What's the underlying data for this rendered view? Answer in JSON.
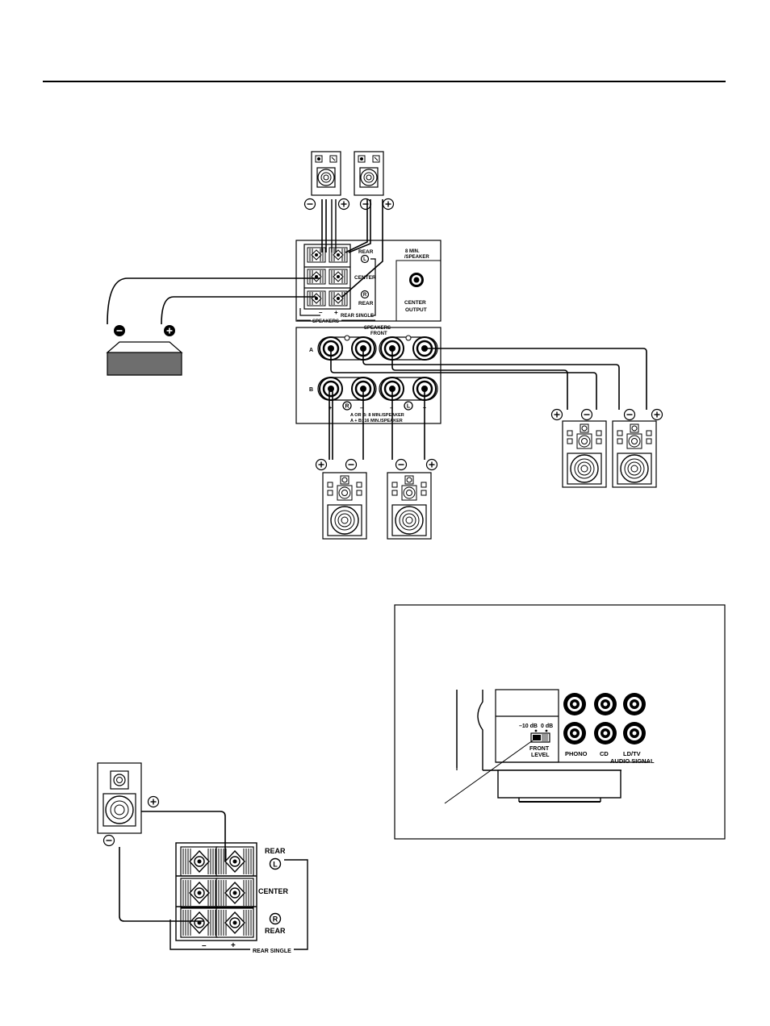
{
  "colors": {
    "ink": "#000000",
    "paper": "#ffffff",
    "subwoofer_face": "#6e6e6e",
    "knob_fill": "#222222"
  },
  "icons": [
    "minus-icon",
    "plus-icon",
    "l-channel-icon",
    "r-channel-icon",
    "speaker-cabinet-icon",
    "subwoofer-icon",
    "rca-jack-icon",
    "binding-post-icon",
    "terminal-block-icon",
    "selector-switch-icon"
  ],
  "main_diagram": {
    "rear_terminals": {
      "rear_l_label": "REAR",
      "center_label": "CENTER",
      "rear_r_label": "REAR",
      "l_glyph": "L",
      "r_glyph": "R",
      "minus_label": "–",
      "plus_label": "+",
      "rear_single_label": "REAR SINGLE",
      "speakers_label": "SPEAKERS",
      "impedance_line1": "8   MIN.",
      "impedance_line2": "/SPEAKER",
      "center_output_line1": "CENTER",
      "center_output_line2": "OUTPUT"
    },
    "front_terminals": {
      "header_line1": "SPEAKERS",
      "header_line2": "FRONT",
      "row_a": "A",
      "row_b": "B",
      "r_glyph": "R",
      "l_glyph": "L",
      "plus_label": "+",
      "minus_label": "–",
      "spec_line1": "A  OR  B: 8     MIN./SPEAKER",
      "spec_line2": "A  +  B: 16    MIN./SPEAKER"
    },
    "polarity": {
      "plus": "+",
      "minus": "–"
    }
  },
  "inset_box": {
    "switch_10db": "–10 dB",
    "switch_0db": "0 dB",
    "front_level_line1": "FRONT",
    "front_level_line2": "LEVEL",
    "phono": "PHONO",
    "cd": "CD",
    "ldtv": "LD/TV",
    "audio_signal": "AUDIO SIGNAL"
  },
  "single_rear": {
    "rear_l_label": "REAR",
    "center_label": "CENTER",
    "rear_r_label": "REAR",
    "l_glyph": "L",
    "r_glyph": "R",
    "minus_label": "–",
    "plus_label": "+",
    "rear_single_label": "REAR SINGLE",
    "polarity": {
      "plus": "+",
      "minus": "–"
    }
  }
}
